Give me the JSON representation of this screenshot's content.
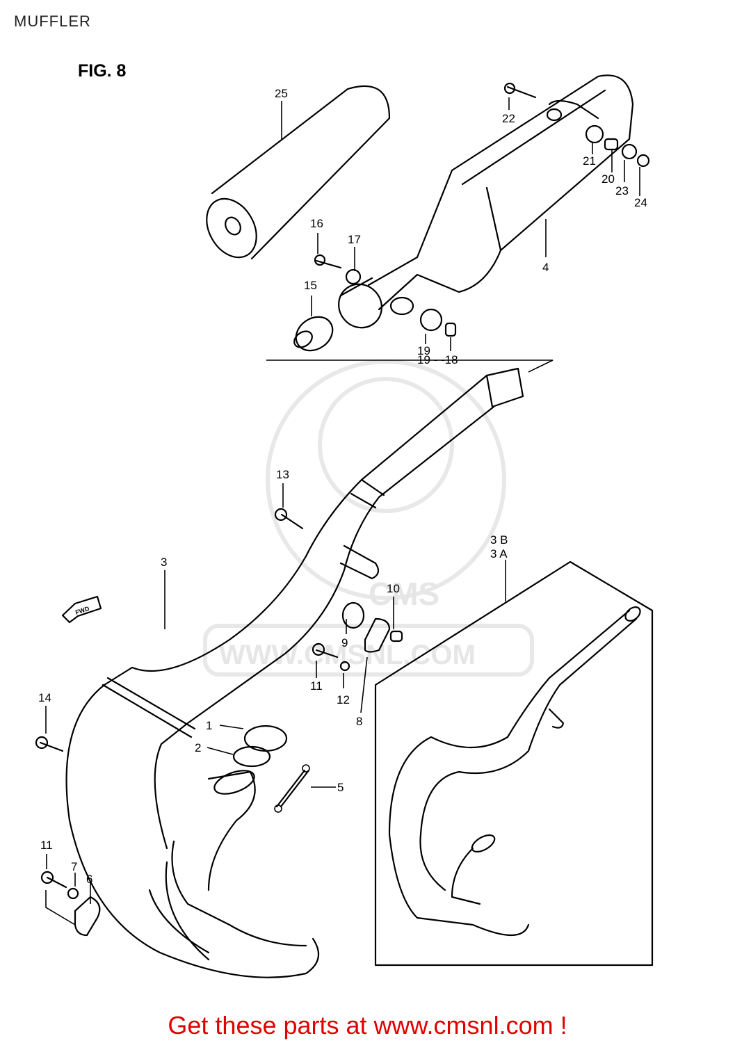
{
  "page": {
    "title": "MUFFLER"
  },
  "diagram": {
    "figure_label": "FIG. 8",
    "fwd_label": "FWD",
    "watermark_text": "WWW.CMSNL.COM",
    "watermark_logo_text": "CMS",
    "callouts": {
      "c1": "1",
      "c2": "2",
      "c3": "3",
      "c3a": "3 A",
      "c3b": "3 B",
      "c4": "4",
      "c5": "5",
      "c6": "6",
      "c7": "7",
      "c8": "8",
      "c9": "9",
      "c10": "10",
      "c11a": "11",
      "c11b": "11",
      "c12": "12",
      "c13": "13",
      "c14": "14",
      "c15": "15",
      "c16": "16",
      "c17": "17",
      "c18": "18",
      "c19": "19",
      "c20": "20",
      "c21": "21",
      "c22": "22",
      "c23": "23",
      "c24": "24",
      "c25": "25",
      "c19_18": "19 - -18"
    }
  },
  "footer": {
    "cta": "Get these parts at www.cmsnl.com !"
  }
}
